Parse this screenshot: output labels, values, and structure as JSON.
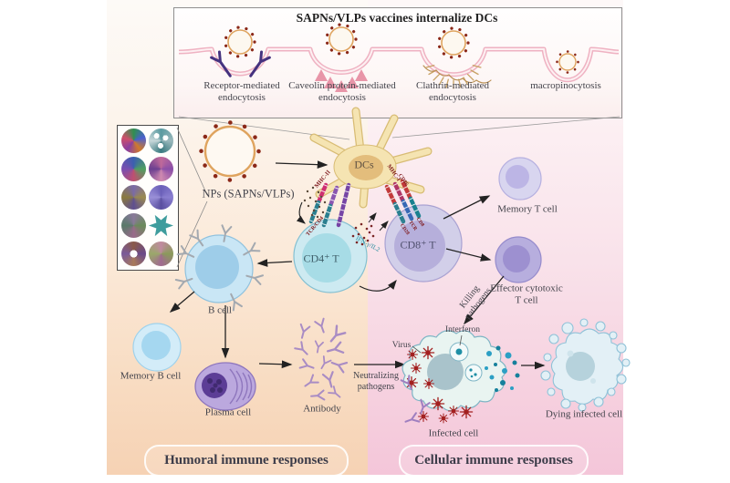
{
  "figure": {
    "panel": {
      "title": "SAPNs/VLPs vaccines internalize DCs",
      "mechanisms": [
        {
          "label": "Receptor-mediated endocytosis"
        },
        {
          "label": "Caveolin protein-mediated endocytosis"
        },
        {
          "label": "Clathrin-mediated endocytosis"
        },
        {
          "label": "macropinocytosis"
        }
      ]
    },
    "np_label": "NPs (SAPNs/VLPs)",
    "cells": {
      "dc": "DCs",
      "cd4": "CD4⁺ T",
      "cd8": "CD8⁺ T",
      "memory_t": "Memory T cell",
      "effector": "Effector cytotoxic T cell",
      "b": "B cell",
      "memory_b": "Memory B cell",
      "plasma": "Plasma cell",
      "antibody": "Antibody",
      "infected": "Infected cell",
      "dying": "Dying infected cell"
    },
    "receptors": {
      "mhc2": "MHC-II",
      "tcr_cd4": "TCR/CD4",
      "mhc1": "MHC-I",
      "cd86": "CD86",
      "cd28": "CD28",
      "tcr": "TCR",
      "cd8": "CD8"
    },
    "cytokines": {
      "ifn": "IFN-γ/IL2"
    },
    "annotations": {
      "killing": "Killing pathogens",
      "neutralizing": "Neutralizing pathogens",
      "interferon": "Interferon",
      "virus": "Virus"
    },
    "footer": {
      "humoral": "Humoral immune responses",
      "cellular": "Cellular immune responses"
    },
    "colors": {
      "membrane": "#efb2c2",
      "np_ring": "#dfa45f",
      "np_dot": "#8b2818",
      "humoral_bg": "#f6d2b4",
      "cellular_bg": "#f4c6d9",
      "virus": "#a32020",
      "interferon_dot": "#2b9fc4",
      "antibody": "#a98cc4"
    }
  }
}
